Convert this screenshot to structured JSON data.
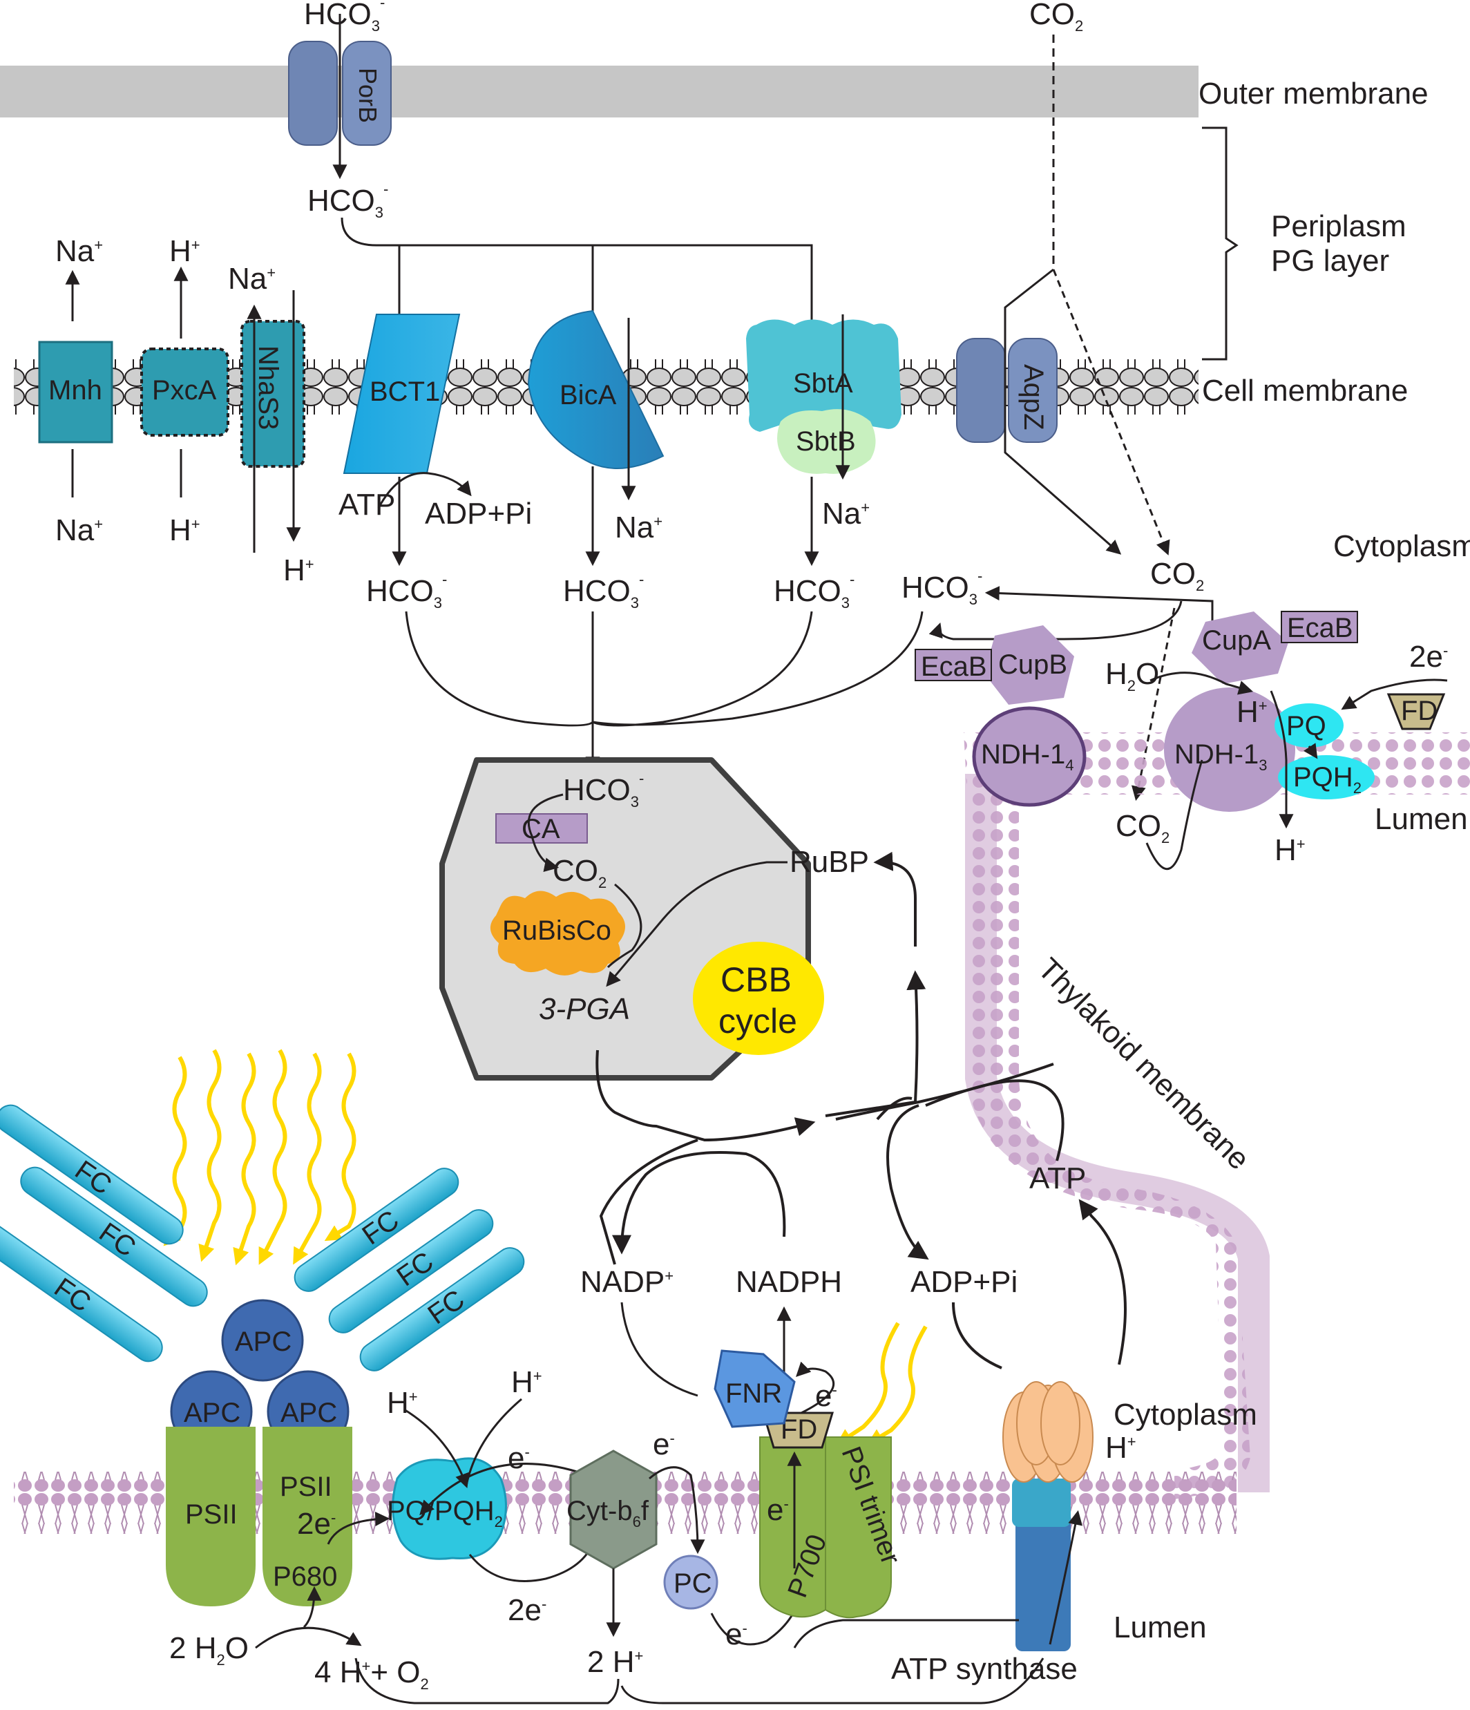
{
  "colors": {
    "outer_membrane": "#c6c6c6",
    "porin": "#6f86b4",
    "transporter_teal": "#2e9cb0",
    "bct1": "#1ca1dd",
    "sbtA": "#4fc3d4",
    "sbtB": "#c8f0bf",
    "ndh_purple": "#b69cc8",
    "carboxysome": "#dcdcdc",
    "rubisco": "#f5a623",
    "cbb": "#ffe800",
    "phycocyanin": "#35b3d6",
    "apc": "#3f6ab0",
    "psii": "#8db44a",
    "pq": "#2ec7e0",
    "cytb6f": "#8a9a8a",
    "fnr": "#5b97e0",
    "fd": "#c8bc8c",
    "atp_head": "#f9c290",
    "atp_stalk": "#3d7ab8",
    "lipid": "#c4a4c4",
    "light": "#ffd800"
  },
  "icons": [
    "light-wave-icon",
    "arrow-icon"
  ],
  "membranes": {
    "outer": "Outer membrane",
    "periplasm_line1": "Periplasm",
    "periplasm_line2": "PG layer",
    "cell": "Cell membrane",
    "cytoplasm_top": "Cytoplasm",
    "lumen_top": "Lumen",
    "thylakoid": "Thylakoid membrane",
    "cytoplasm_bottom": "Cytoplasm",
    "lumen_bottom": "Lumen"
  },
  "ions": {
    "hco3": "HCO",
    "hco3_sub": "3",
    "hco3_sup": "-",
    "co2": "CO",
    "co2_sub": "2",
    "na": "Na",
    "h": "H",
    "plus": "+",
    "minus": "-",
    "h2o": "H",
    "h2o_sub": "2",
    "h2o_tail": "O"
  },
  "proteins": {
    "porB": "PorB",
    "mnh": "Mnh",
    "pxcA": "PxcA",
    "nhaS3": "NhaS3",
    "bct1": "BCT1",
    "bicA": "BicA",
    "sbtA": "SbtA",
    "sbtB": "SbtB",
    "aqpZ": "AqpZ",
    "atp": "ATP",
    "adp_pi": "ADP+Pi",
    "ecaB": "EcaB",
    "cupA": "CupA",
    "cupB": "CupB",
    "ndh14": "NDH-1",
    "ndh14_sub": "4",
    "ndh13": "NDH-1",
    "ndh13_sub": "3",
    "pq": "PQ",
    "pqh2": "PQH",
    "pqh2_sub": "2",
    "fd": "FD",
    "two_e": "2e"
  },
  "carboxysome": {
    "ca": "CA",
    "rubisco": "RuBisCo",
    "pga": "3-PGA",
    "rubp": "RuBP",
    "cbb_line1": "CBB",
    "cbb_line2": "cycle"
  },
  "photosynthesis": {
    "fc": "FC",
    "apc": "APC",
    "psii": "PSII",
    "p680": "P680",
    "two_h2o": "2 H",
    "four_h_o2": "4 H",
    "o2": "+ O",
    "pq_pqh2": "PQ/PQH",
    "cyt": "Cyt-b",
    "cyt_sub": "6",
    "cyt_tail": "f",
    "two_h": "2 H",
    "pc": "PC",
    "fnr": "FNR",
    "fd": "FD",
    "p700": "P700",
    "psi_trimer": "PSI trimer",
    "nadp": "NADP",
    "nadph": "NADPH",
    "adp_pi": "ADP+Pi",
    "atp": "ATP",
    "e": "e",
    "two_e": "2e",
    "atp_synthase": "ATP synthase"
  }
}
